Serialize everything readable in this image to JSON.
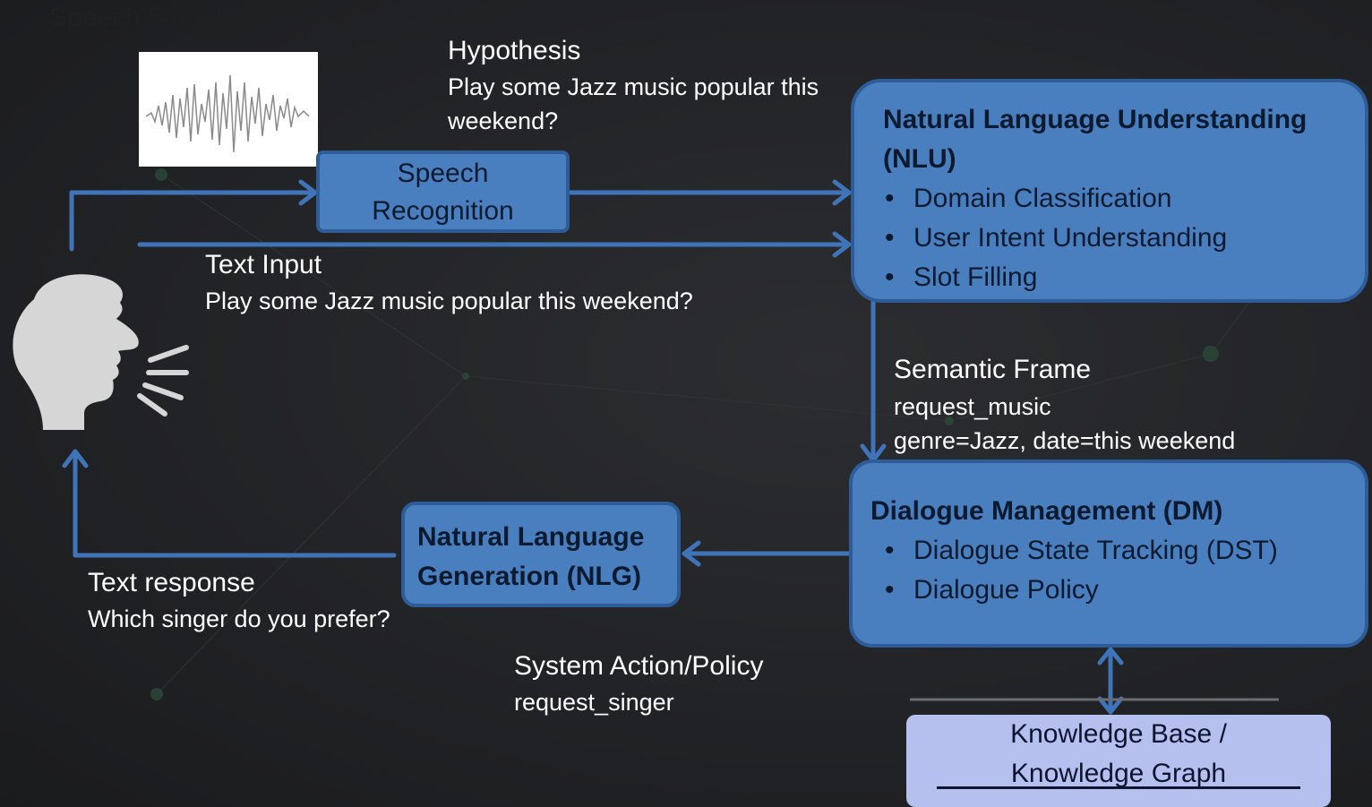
{
  "speech_signal": {
    "label": "Speech Signal"
  },
  "hypothesis": {
    "title": "Hypothesis",
    "text_line1": "Play some Jazz music popular this",
    "text_line2": "weekend?"
  },
  "asr": {
    "line1": "Speech",
    "line2": "Recognition"
  },
  "text_input": {
    "title": "Text Input",
    "text": "Play some Jazz music popular this weekend?"
  },
  "nlu": {
    "title_line1": "Natural Language Understanding",
    "title_line2": "(NLU)",
    "items": [
      "Domain Classification",
      "User Intent Understanding",
      "Slot Filling"
    ]
  },
  "semantic_frame": {
    "title": "Semantic Frame",
    "line1": "request_music",
    "line2": "genre=Jazz, date=this weekend"
  },
  "dm": {
    "title": "Dialogue Management (DM)",
    "items": [
      "Dialogue State Tracking (DST)",
      "Dialogue Policy"
    ]
  },
  "nlg": {
    "line1": "Natural Language",
    "line2": "Generation (NLG)"
  },
  "text_response": {
    "title": "Text response",
    "text": "Which singer do you prefer?"
  },
  "system_action": {
    "title": "System Action/Policy",
    "text": "request_singer"
  },
  "kb": {
    "line1": "Knowledge Base /",
    "line2": "Knowledge Graph"
  },
  "colors": {
    "box_fill": "#4a7fbf",
    "box_border": "#2d5c98",
    "arrow": "#3f74b8",
    "kb_fill": "#b6c0ee",
    "background": "#222326"
  },
  "icons": {
    "user": "speaking-head-icon",
    "waveform": "speech-waveform-icon"
  }
}
